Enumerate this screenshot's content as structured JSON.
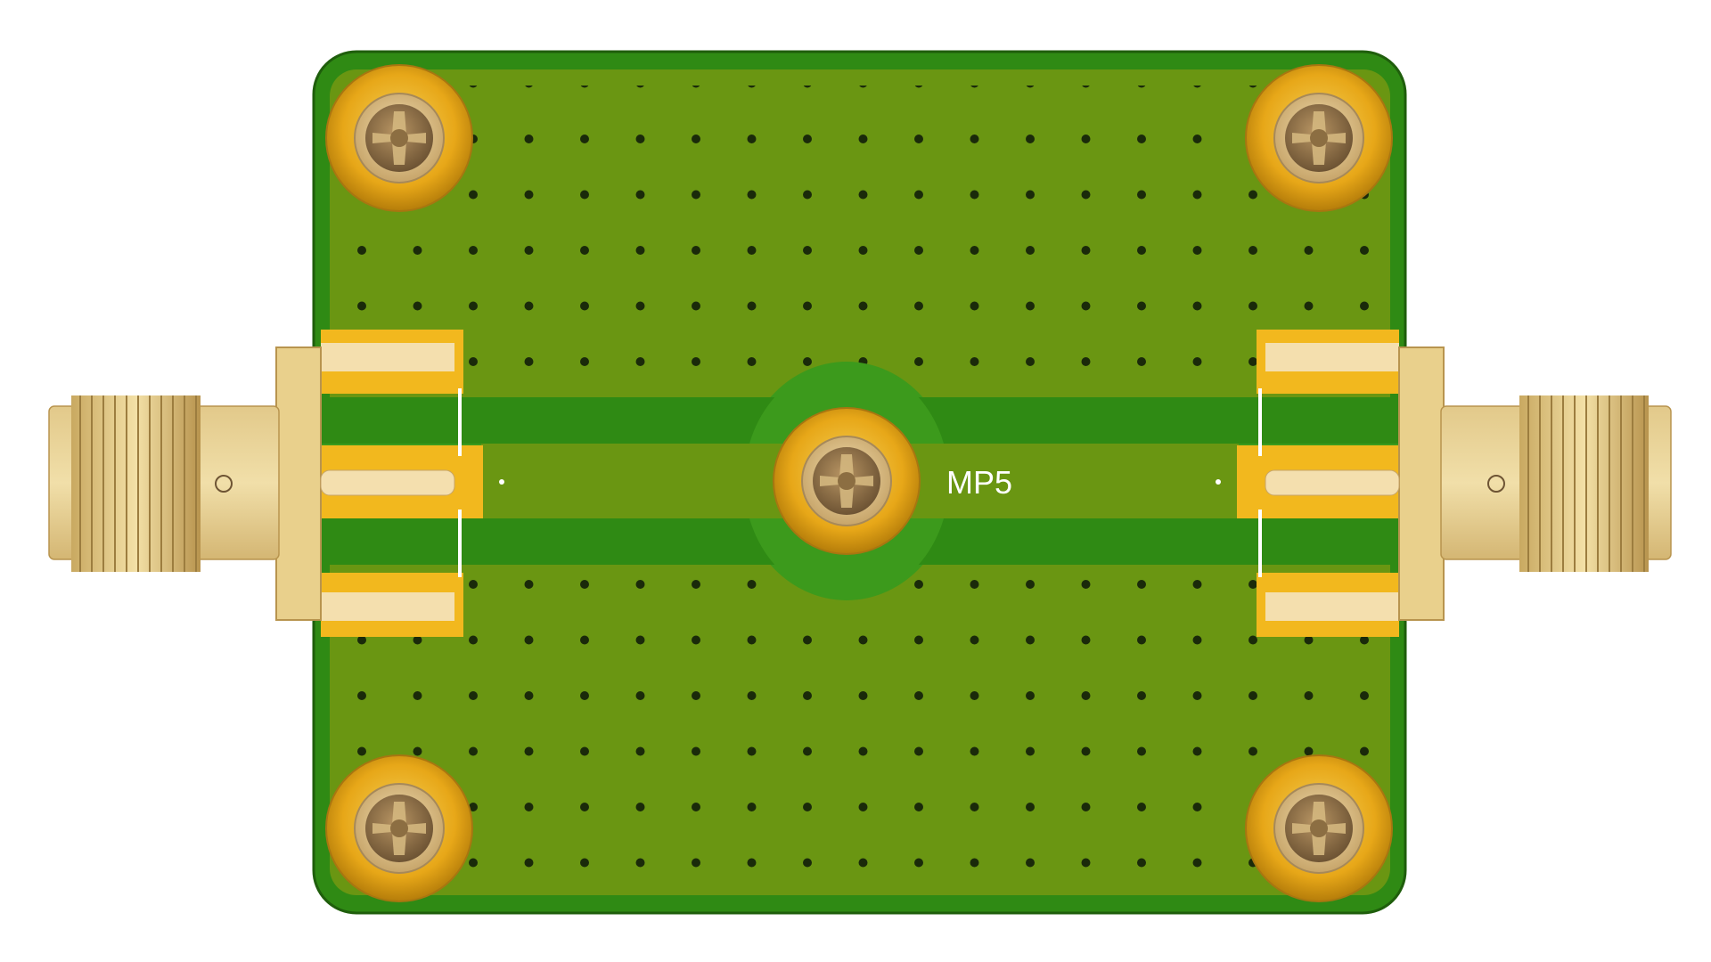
{
  "board": {
    "label": "MP5",
    "colors": {
      "background": "#ffffff",
      "board_edge": "#2f8a14",
      "board_outline": "#1f5e0c",
      "ground_plane": "#6a9612",
      "trace_keepout": "#3c9a1c",
      "copper_gold": "#f2b81e",
      "connector_body": "#e9d08c",
      "via": "#1a2a0a",
      "silkscreen": "#ffffff"
    },
    "mounting_holes": [
      "top-left",
      "top-right",
      "bottom-left",
      "bottom-right",
      "center"
    ],
    "connectors": [
      "left",
      "right"
    ],
    "icons": [
      "mounting-hole-icon",
      "sma-connector-icon",
      "via-icon"
    ]
  }
}
